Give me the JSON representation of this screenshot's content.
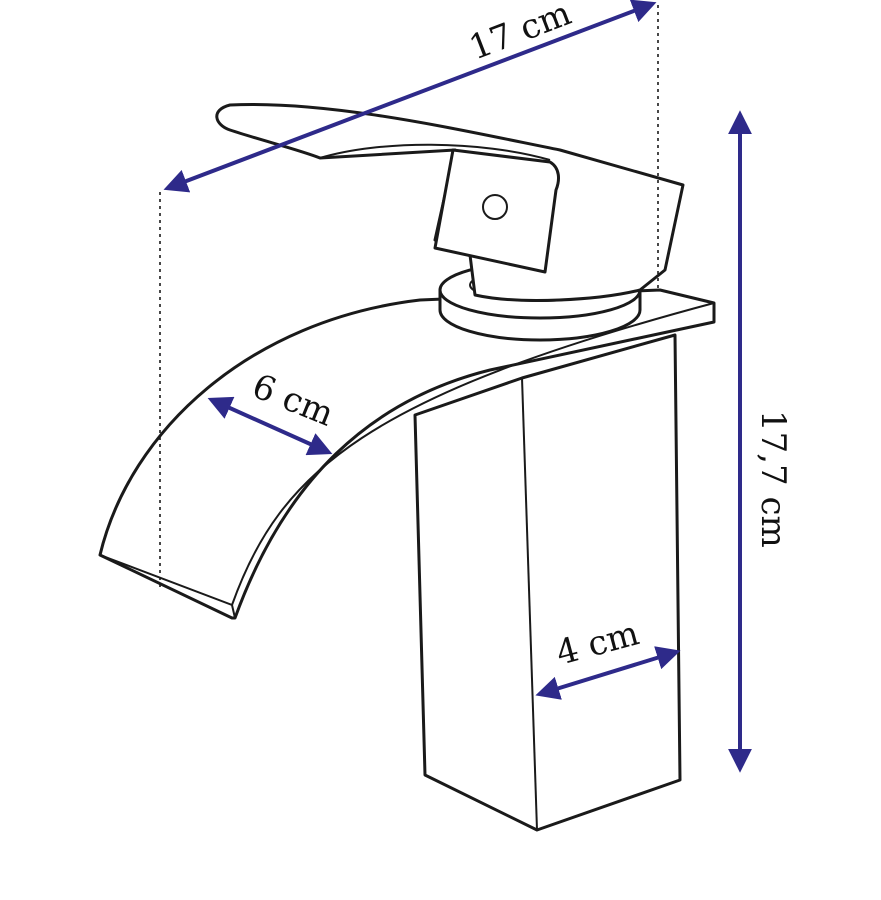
{
  "diagram": {
    "subject": "faucet",
    "dimension_color": "#2e2a8a",
    "dimensions": {
      "length": "17 cm",
      "spout_width": "6 cm",
      "body_width": "4 cm",
      "height": "17,7 cm"
    }
  }
}
